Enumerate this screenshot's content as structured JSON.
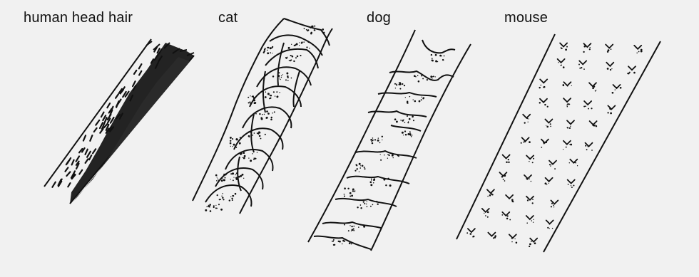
{
  "labels": {
    "human": "human head hair",
    "cat": "cat",
    "dog": "dog",
    "mouse": "mouse"
  },
  "colors": {
    "ink": "#111111",
    "paper": "#f1f1f1"
  },
  "hairs": [
    {
      "id": "human-hair",
      "pattern": "dense pigment on one side with short scale strokes"
    },
    {
      "id": "cat-hair",
      "pattern": "imbricate petal scales"
    },
    {
      "id": "dog-hair",
      "pattern": "irregular transverse scale bands"
    },
    {
      "id": "mouse-hair",
      "pattern": "small chevron scales"
    }
  ]
}
